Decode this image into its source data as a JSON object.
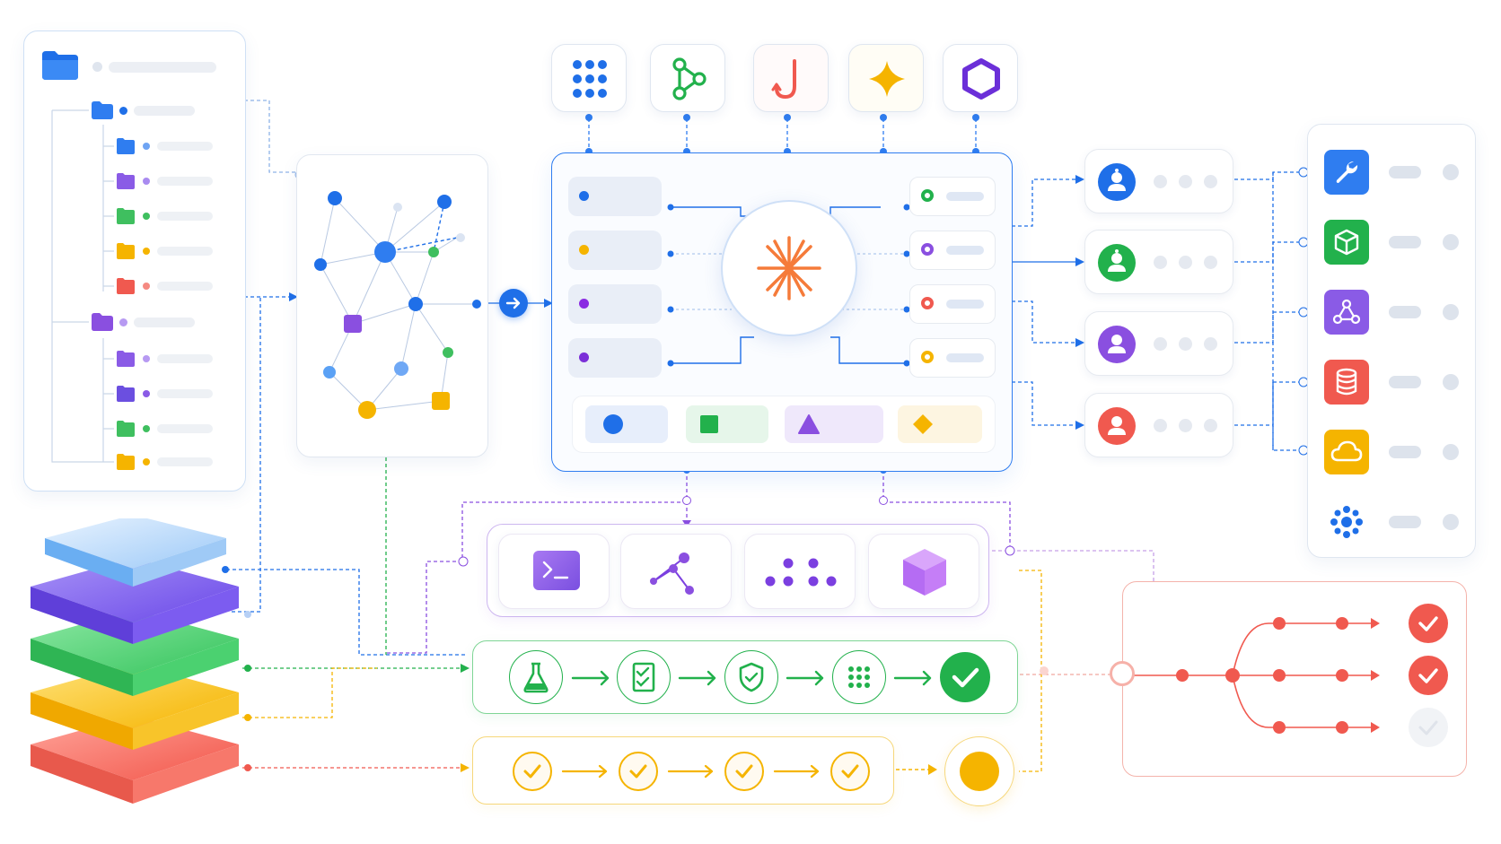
{
  "colors": {
    "blue": "#1f6fe8",
    "green": "#22b14c",
    "purple": "#8a4fe0",
    "yellow": "#f5b400",
    "red": "#f0594f",
    "orange": "#f57b3a"
  },
  "file_tree": {
    "root_icon": "folder-icon",
    "groups": [
      {
        "folder_color": "#2f7df0",
        "children": [
          "#2f7df0",
          "#8a5be6",
          "#3fbf5f",
          "#f5b400",
          "#f0594f"
        ]
      },
      {
        "folder_color": "#8a4fe0",
        "children": [
          "#8a5be6",
          "#6b4fe0",
          "#3fbf5f",
          "#f5b400"
        ]
      }
    ]
  },
  "top_tools": [
    {
      "icon": "grid-dots-icon",
      "color": "#1f6fe8"
    },
    {
      "icon": "branch-icon",
      "color": "#22b14c"
    },
    {
      "icon": "hook-icon",
      "color": "#f0594f"
    },
    {
      "icon": "sparkle-icon",
      "color": "#f5b400"
    },
    {
      "icon": "hexagon-icon",
      "color": "#7b3fe0"
    }
  ],
  "hub": {
    "center_icon": "asterisk-icon",
    "inputs": [
      "#1f6fe8",
      "#f5b400",
      "#8a2be2",
      "#8a2be2"
    ],
    "outputs": [
      "#22b14c",
      "#8a4fe0",
      "#f0594f",
      "#f5b400"
    ],
    "bottom_shapes": [
      {
        "shape": "circle-icon",
        "color": "#1f6fe8",
        "bg": "#e7eefb"
      },
      {
        "shape": "square-icon",
        "color": "#22b14c",
        "bg": "#e6f6ea"
      },
      {
        "shape": "triangle-icon",
        "color": "#8a4fe0",
        "bg": "#efe8fb"
      },
      {
        "shape": "diamond-icon",
        "color": "#f5b400",
        "bg": "#fdf5e1"
      }
    ]
  },
  "agents": [
    {
      "color": "#1f6fe8"
    },
    {
      "color": "#22b14c"
    },
    {
      "color": "#8a4fe0"
    },
    {
      "color": "#f0594f"
    }
  ],
  "apps": [
    {
      "icon": "wrench-icon",
      "color": "#2f7df0"
    },
    {
      "icon": "cube-icon",
      "color": "#22b14c"
    },
    {
      "icon": "network-icon",
      "color": "#8a5be6"
    },
    {
      "icon": "database-icon",
      "color": "#f0594f"
    },
    {
      "icon": "cloud-icon",
      "color": "#f5b400"
    },
    {
      "icon": "cluster-icon",
      "color": "#1f6fe8"
    }
  ],
  "tools_row": [
    "terminal-icon",
    "graph-icon",
    "dots-icon",
    "cube-icon"
  ],
  "green_pipeline": [
    "flask-icon",
    "checklist-icon",
    "shield-icon",
    "grid-icon",
    "check-icon"
  ],
  "yellow_pipeline": [
    "check-icon",
    "check-icon",
    "check-icon",
    "check-icon",
    "circle-icon"
  ],
  "red_flow": {
    "results": [
      "done",
      "done",
      "pending"
    ]
  },
  "layers": [
    "#5aa9f5",
    "#7b5cf0",
    "#3fcf66",
    "#f7c21a",
    "#f56a5c"
  ]
}
